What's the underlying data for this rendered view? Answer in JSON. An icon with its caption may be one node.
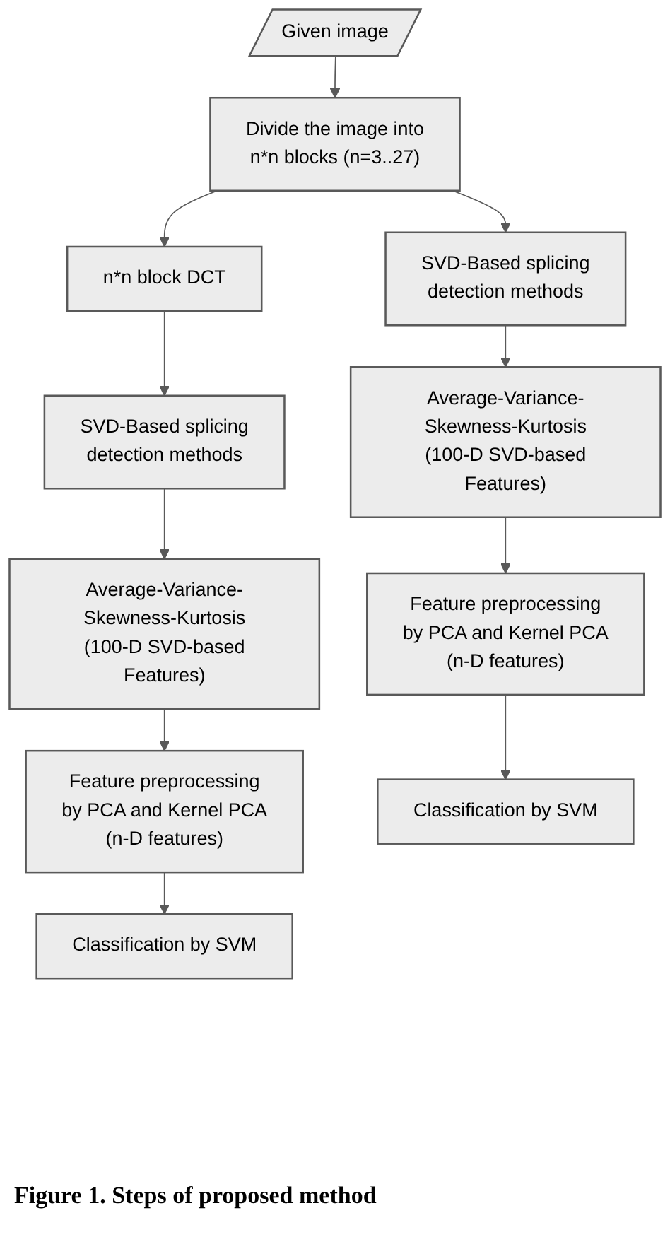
{
  "diagram": {
    "caption": "Figure 1. Steps of proposed method",
    "nodes": [
      {
        "text": [
          "Given image"
        ]
      },
      {
        "text": [
          "Divide the image into n*n blocks (n=3..27)"
        ]
      },
      {
        "text": [
          "n*n block DCT"
        ]
      },
      {
        "text": [
          "SVD-Based splicing detection methods"
        ]
      },
      {
        "text": [
          "SVD-Based splicing detection methods"
        ]
      },
      {
        "text": [
          "Average-Variance-Skewness-Kurtosis (100-D SVD-based Features)"
        ]
      },
      {
        "text": [
          "Average-Variance-Skewness-Kurtosis (100-D SVD-based Features)"
        ]
      },
      {
        "text": [
          "Feature preprocessing by PCA and Kernel PCA (n-D features)"
        ]
      },
      {
        "text": [
          "Feature preprocessing by PCA and Kernel PCA (n-D features)"
        ]
      },
      {
        "text": [
          "Classification by SVM"
        ]
      },
      {
        "text": [
          "Classification by SVM"
        ]
      }
    ],
    "edges": [
      {
        "from": 0,
        "to": 1,
        "arrow": "to"
      },
      {
        "from": 1,
        "to": 2,
        "arrow": "to"
      },
      {
        "from": 1,
        "to": 3,
        "arrow": "to"
      },
      {
        "from": 2,
        "to": 4,
        "arrow": "to"
      },
      {
        "from": 3,
        "to": 5,
        "arrow": "to"
      },
      {
        "from": 4,
        "to": 6,
        "arrow": "to"
      },
      {
        "from": 5,
        "to": 7,
        "arrow": "to"
      },
      {
        "from": 6,
        "to": 8,
        "arrow": "to"
      },
      {
        "from": 7,
        "to": 9,
        "arrow": "to"
      },
      {
        "from": 8,
        "to": 10,
        "arrow": "to"
      }
    ]
  }
}
